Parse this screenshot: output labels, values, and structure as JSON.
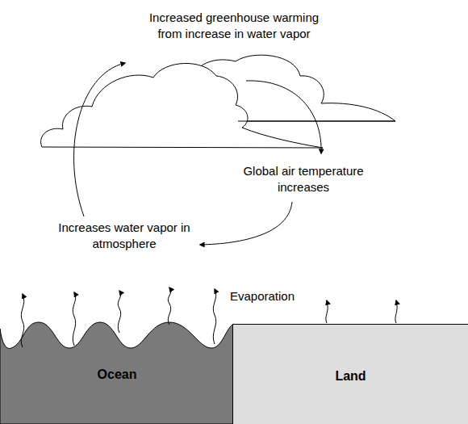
{
  "diagram": {
    "nodes": [
      {
        "text": [
          "Ocean"
        ]
      },
      {
        "text": [
          "Land"
        ]
      }
    ],
    "labels": [
      "Increased greenhouse warming from increase in water vapor",
      "Global air temperature increases",
      "Increases water vapor in atmosphere",
      "Evaporation"
    ]
  }
}
